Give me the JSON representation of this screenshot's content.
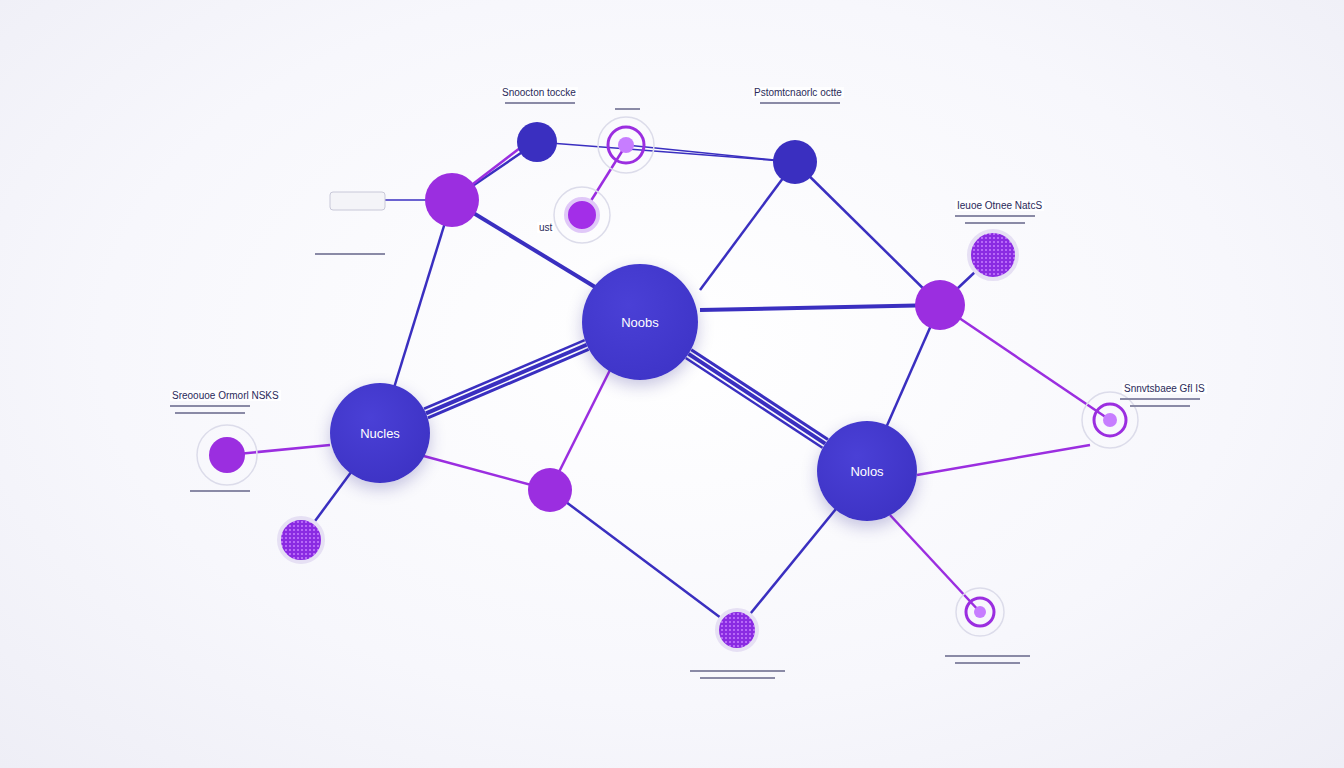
{
  "diagram": {
    "nodes": [
      {
        "text": [
          "Noobs"
        ]
      },
      {
        "text": [
          "Nucles"
        ]
      },
      {
        "text": [
          "Nolos"
        ]
      }
    ],
    "edges": [
      {
        "from": 0,
        "to": 1,
        "arrow": "none"
      },
      {
        "from": 0,
        "to": 2,
        "arrow": "none"
      }
    ],
    "labels": [
      "Snoocton toccke",
      "Pstomtcnaorlc octte",
      "Ieuoe Otnee NatcS",
      "Sreoouoe Ormorl NSKS",
      "Snnvtsbaee Gfl IS",
      "ust"
    ]
  }
}
